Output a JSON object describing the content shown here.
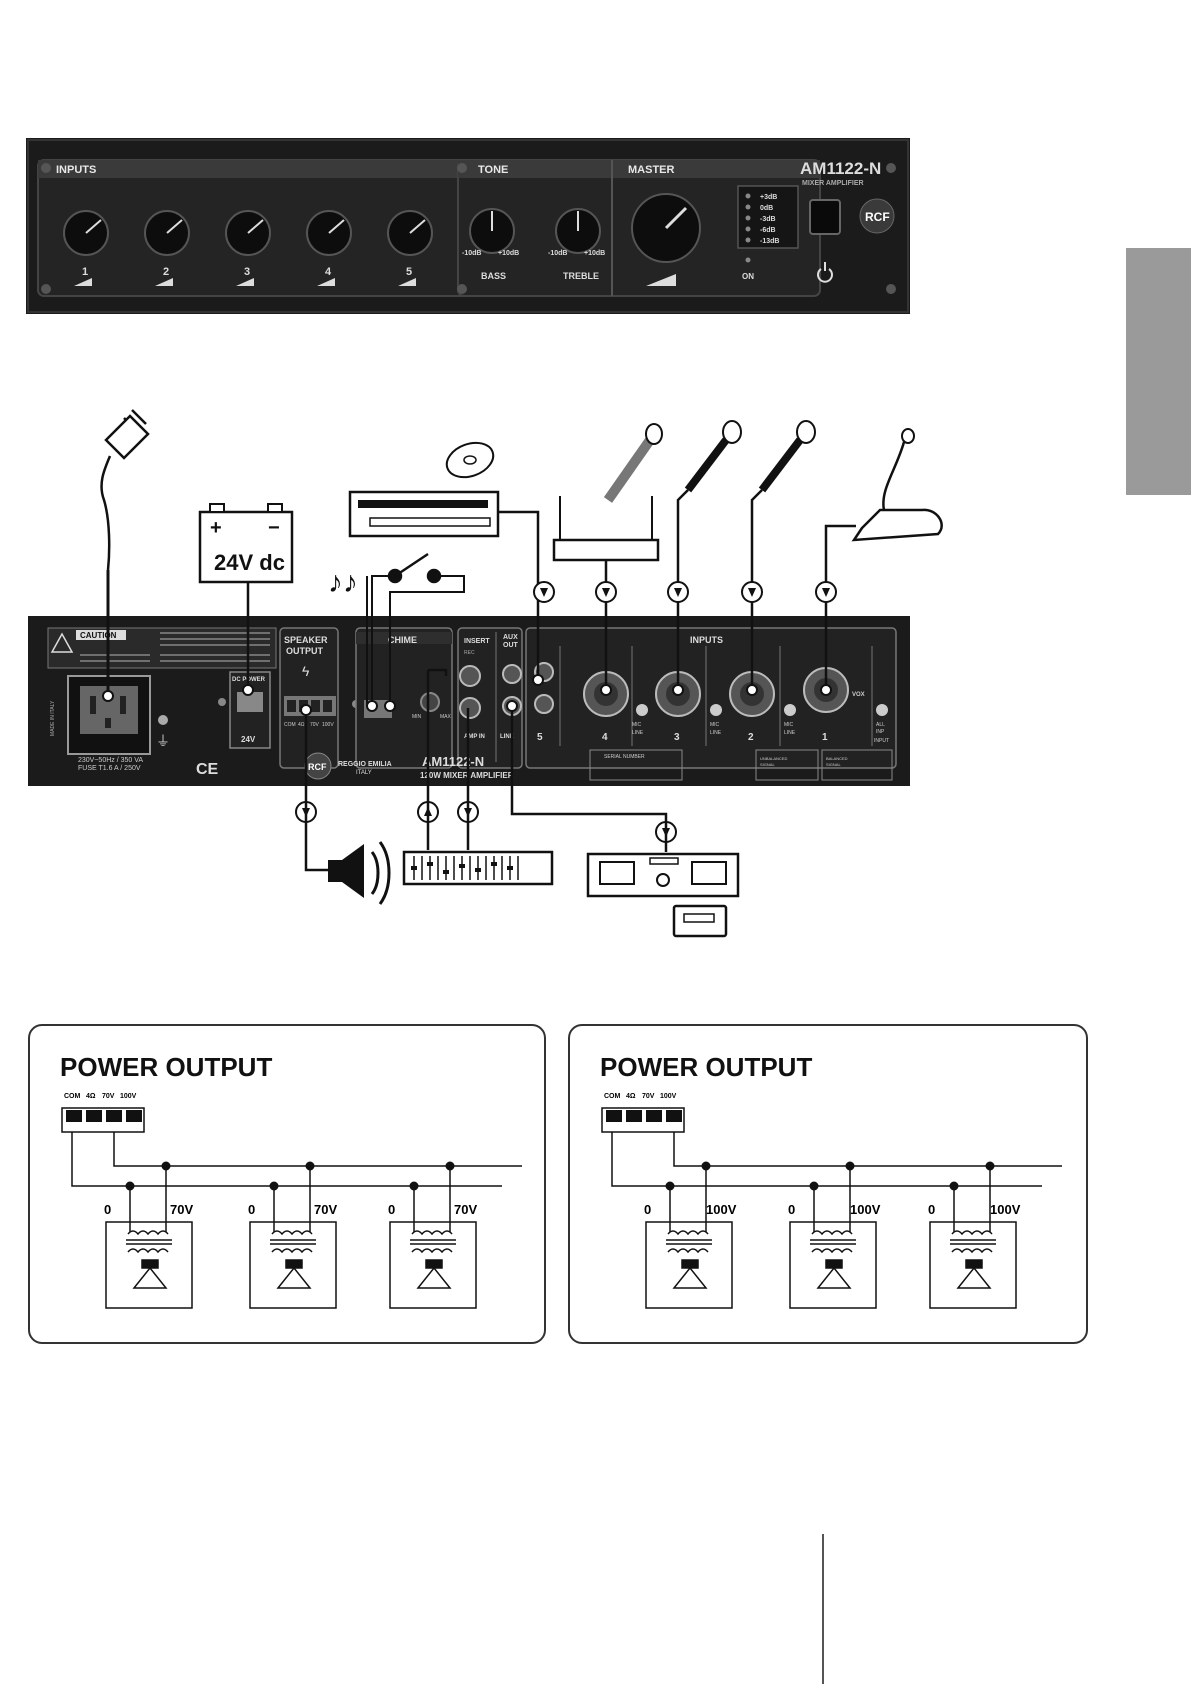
{
  "front_panel": {
    "sections": {
      "inputs": "INPUTS",
      "tone": "TONE",
      "master": "MASTER"
    },
    "model": "AM1122-N",
    "subtitle": "MIXER AMPLIFIER",
    "knob_labels": [
      "1",
      "2",
      "3",
      "4",
      "5"
    ],
    "tone_labels": [
      "BASS",
      "TREBLE"
    ],
    "tone_range": [
      "-10dB",
      "+10dB"
    ],
    "vu_levels": [
      "+3dB",
      "0dB",
      "-3dB",
      "-6dB",
      "-13dB"
    ],
    "on_label": "ON",
    "brand": "RCF"
  },
  "wiring": {
    "battery_label": "24V dc",
    "rear_panel": {
      "caution": "CAUTION",
      "speaker_output": [
        "SPEAKER",
        "OUTPUT"
      ],
      "speaker_terminals": [
        "COM",
        "4Ω",
        "70V",
        "100V"
      ],
      "dc_power": "DC POWER",
      "dc_voltage": "24V",
      "chime": "CHIME",
      "insert": "INSERT",
      "aux_out": [
        "AUX",
        "OUT"
      ],
      "inputs": "INPUTS",
      "input_numbers": [
        "5",
        "4",
        "3",
        "2",
        "1"
      ],
      "mic_line": [
        "MIC",
        "LINE"
      ],
      "vox": "VOX",
      "all_inp": [
        "ALL",
        "INP",
        "INPUT"
      ],
      "mains_rating": [
        "230V~50Hz / 350 VA",
        "FUSE T1.6 A / 250V"
      ],
      "made_in": "MADE IN ITALY",
      "city": [
        "REGGIO EMILIA",
        "ITALY"
      ],
      "model_line": [
        "AM1122-N",
        "120W MIXER AMPLIFIER"
      ],
      "serial": "SERIAL NUMBER",
      "unbalanced": [
        "UNBALANCED",
        "SIGNAL"
      ],
      "balanced": [
        "BALANCED",
        "SIGNAL"
      ],
      "min_max": [
        "MIN",
        "MAX"
      ],
      "ce": "CE",
      "brand": "RCF",
      "insert_sub": [
        "REC",
        "AMP IN"
      ],
      "line": "LINE"
    }
  },
  "power_output_panels": [
    {
      "title": "POWER OUTPUT",
      "terminals": [
        "COM",
        "4Ω",
        "70V",
        "100V"
      ],
      "speakers": [
        {
          "zero": "0",
          "voltage": "70V"
        },
        {
          "zero": "0",
          "voltage": "70V"
        },
        {
          "zero": "0",
          "voltage": "70V"
        }
      ]
    },
    {
      "title": "POWER OUTPUT",
      "terminals": [
        "COM",
        "4Ω",
        "70V",
        "100V"
      ],
      "speakers": [
        {
          "zero": "0",
          "voltage": "100V"
        },
        {
          "zero": "0",
          "voltage": "100V"
        },
        {
          "zero": "0",
          "voltage": "100V"
        }
      ]
    }
  ]
}
